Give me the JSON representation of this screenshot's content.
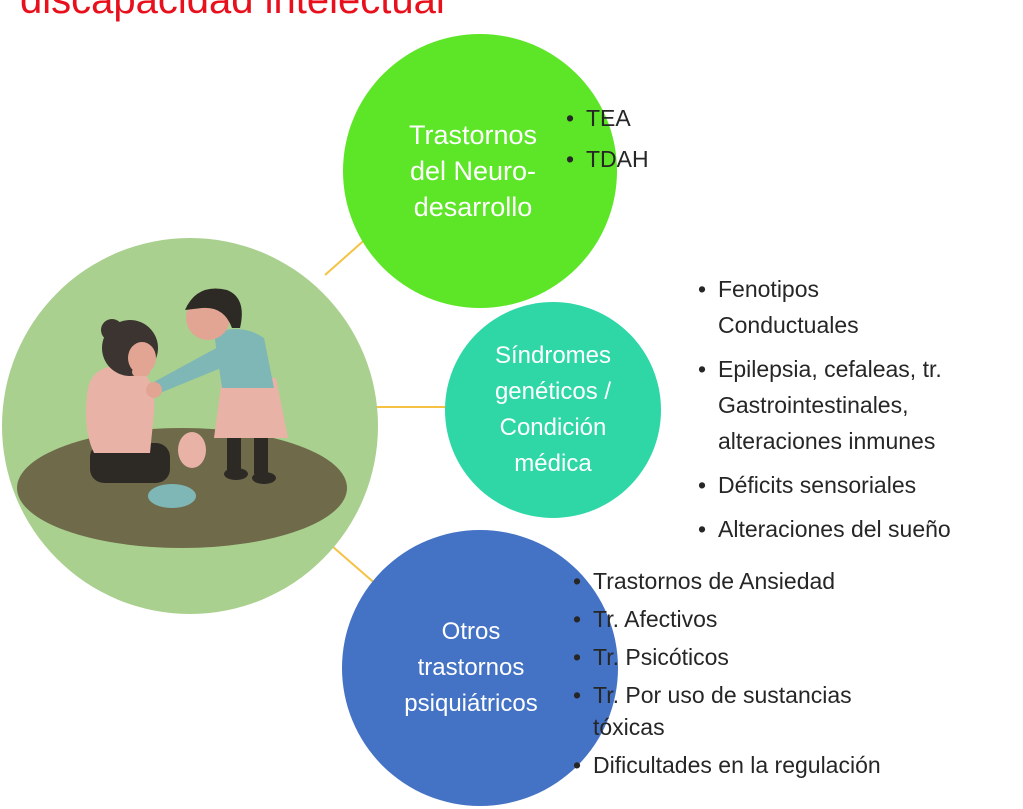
{
  "title": "discapacidad intelectual",
  "colors": {
    "title": "#e8101c",
    "hub": "#a9d08e",
    "node1": "#5de527",
    "node2": "#2fd7a7",
    "node3": "#4472c4",
    "connector": "#f5c244"
  },
  "nodes": [
    {
      "label_lines": [
        "Trastornos",
        "del Neuro-",
        "desarrollo"
      ],
      "items": [
        "TEA",
        "TDAH"
      ]
    },
    {
      "label_lines": [
        "Síndromes",
        "genéticos /",
        "Condición",
        "médica"
      ],
      "items": [
        [
          "Fenotipos",
          "Conductuales"
        ],
        [
          "Epilepsia, cefaleas, tr.",
          "Gastrointestinales,",
          "alteraciones inmunes"
        ],
        [
          "Déficits sensoriales"
        ],
        [
          "Alteraciones del sueño"
        ]
      ]
    },
    {
      "label_lines": [
        "Otros",
        "trastornos",
        "psiquiátricos"
      ],
      "items": [
        [
          "Trastornos de Ansiedad"
        ],
        [
          "Tr. Afectivos"
        ],
        [
          "Tr. Psicóticos"
        ],
        [
          "Tr. Por uso de sustancias",
          "tóxicas"
        ],
        [
          "Dificultades en la regulación"
        ]
      ]
    }
  ]
}
